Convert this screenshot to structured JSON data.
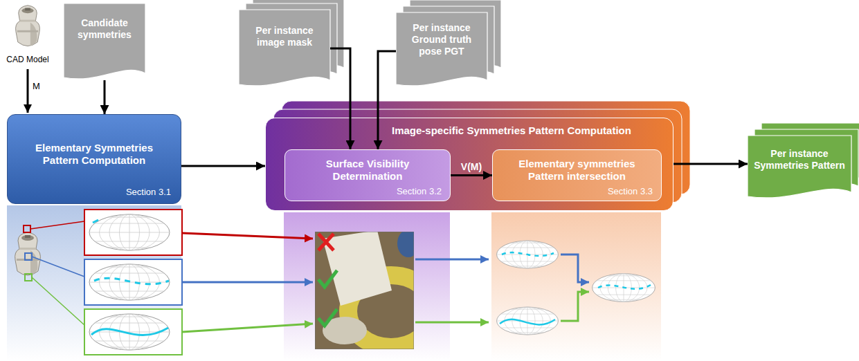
{
  "diagram": {
    "nodes": [
      {
        "text": [
          "Candidate symmetries"
        ]
      },
      {
        "text": [
          "Elementary Symmetries Pattern Computation",
          "Section 3.1"
        ]
      },
      {
        "text": [
          "Per instance image mask"
        ]
      },
      {
        "text": [
          "Per instance Ground truth pose PGT"
        ]
      },
      {
        "text": [
          "Image-specific Symmetries Pattern Computation"
        ]
      },
      {
        "text": [
          "Surface Visibility Determination",
          "Section 3.2"
        ],
        "in": 4
      },
      {
        "text": [
          "Elementary symmetries Pattern intersection",
          "Section 3.3"
        ],
        "in": 4
      },
      {
        "text": [
          "Per instance Symmetries Pattern"
        ]
      }
    ],
    "edges": [
      {
        "from": 0,
        "to": 1,
        "arrow": "to"
      },
      {
        "from": 1,
        "to": 4,
        "arrow": "to"
      },
      {
        "from": 2,
        "to": 5,
        "arrow": "to"
      },
      {
        "from": 3,
        "to": 5,
        "arrow": "to"
      },
      {
        "from": 5,
        "to": 6,
        "label": "V(M)",
        "arrow": "to"
      },
      {
        "from": 4,
        "to": 7,
        "arrow": "to"
      }
    ],
    "labels": [
      "CAD Model",
      "M"
    ]
  }
}
